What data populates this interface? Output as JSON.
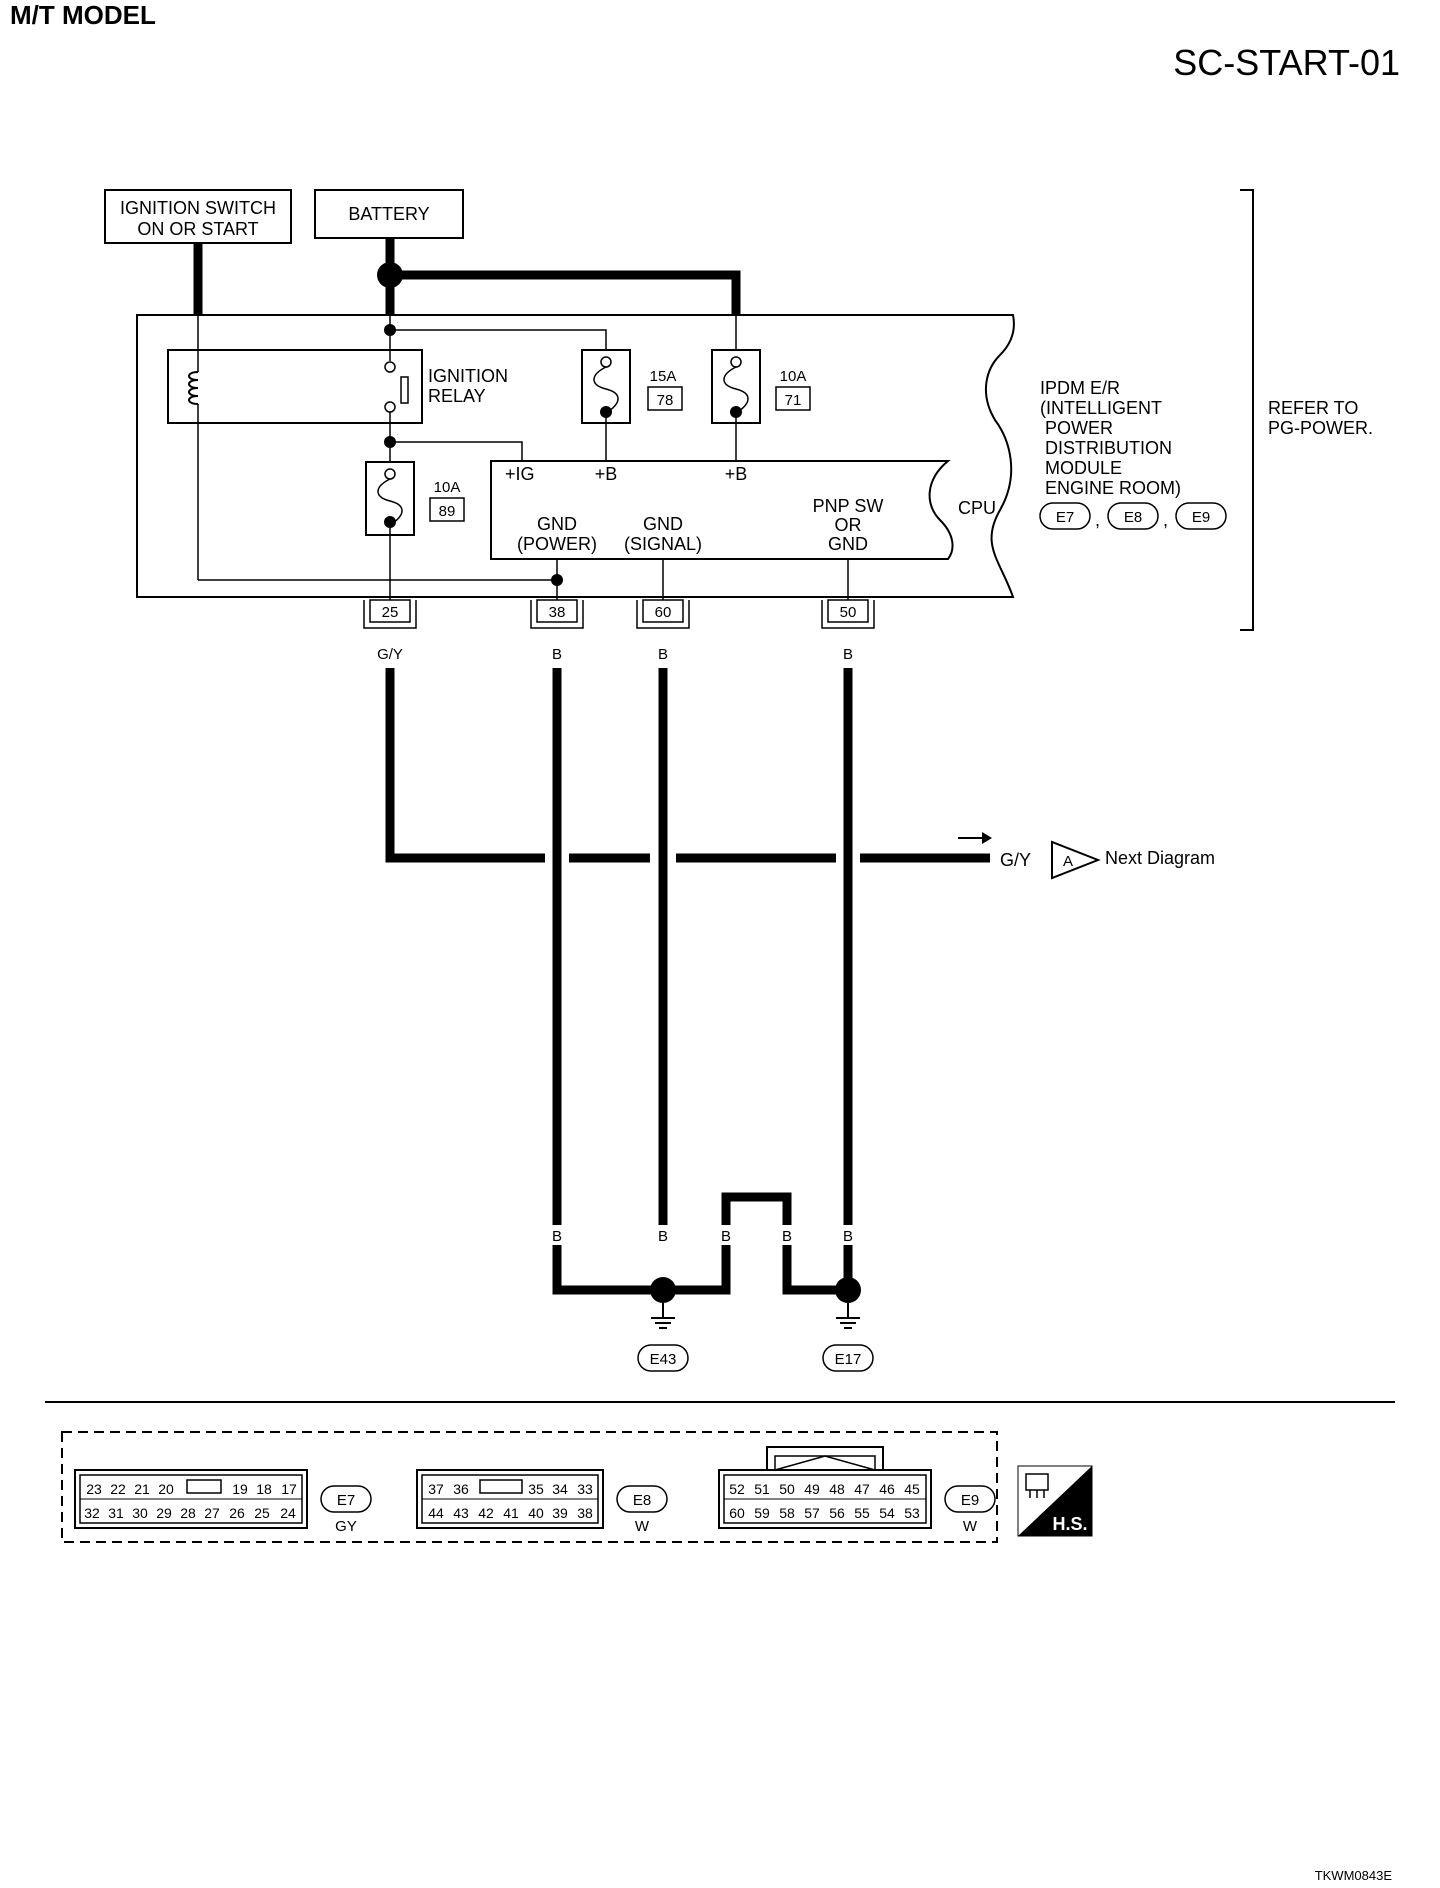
{
  "header": {
    "model": "M/T MODEL",
    "diagram_id": "SC-START-01"
  },
  "sources": {
    "ignition_switch_line1": "IGNITION SWITCH",
    "ignition_switch_line2": "ON OR START",
    "battery": "BATTERY"
  },
  "ipdm": {
    "relay_line1": "IGNITION",
    "relay_line2": "RELAY",
    "fuses": [
      {
        "rating": "15A",
        "number": "78"
      },
      {
        "rating": "10A",
        "number": "71"
      },
      {
        "rating": "10A",
        "number": "89"
      }
    ],
    "cpu": {
      "label": "CPU",
      "ig": "+IG",
      "b1": "+B",
      "b2": "+B",
      "gnd_power_line1": "GND",
      "gnd_power_line2": "(POWER)",
      "gnd_signal_line1": "GND",
      "gnd_signal_line2": "(SIGNAL)",
      "pnp_line1": "PNP SW",
      "pnp_line2": "OR",
      "pnp_line3": "GND"
    },
    "name_lines": [
      "IPDM E/R",
      "(INTELLIGENT",
      "POWER",
      "DISTRIBUTION",
      "MODULE",
      "ENGINE ROOM)"
    ],
    "connectors": [
      "E7",
      "E8",
      "E9"
    ],
    "separator": ","
  },
  "refer": {
    "line1": "REFER TO",
    "line2": "PG-POWER."
  },
  "terminals": [
    {
      "pin": "25",
      "color": "G/Y"
    },
    {
      "pin": "38",
      "color": "B"
    },
    {
      "pin": "60",
      "color": "B"
    },
    {
      "pin": "50",
      "color": "B"
    }
  ],
  "output": {
    "color": "G/Y",
    "marker": "A",
    "text": "Next Diagram"
  },
  "ground_wires": [
    "B",
    "B",
    "B",
    "B",
    "B"
  ],
  "grounds": [
    "E43",
    "E17"
  ],
  "connector_views": [
    {
      "id": "E7",
      "color": "GY",
      "top": [
        "23",
        "22",
        "21",
        "20",
        "19",
        "18",
        "17"
      ],
      "bottom": [
        "32",
        "31",
        "30",
        "29",
        "28",
        "27",
        "26",
        "25",
        "24"
      ]
    },
    {
      "id": "E8",
      "color": "W",
      "top": [
        "37",
        "36",
        "35",
        "34",
        "33"
      ],
      "bottom": [
        "44",
        "43",
        "42",
        "41",
        "40",
        "39",
        "38"
      ]
    },
    {
      "id": "E9",
      "color": "W",
      "top": [
        "52",
        "51",
        "50",
        "49",
        "48",
        "47",
        "46",
        "45"
      ],
      "bottom": [
        "60",
        "59",
        "58",
        "57",
        "56",
        "55",
        "54",
        "53"
      ]
    }
  ],
  "hs_label": "H.S.",
  "footer_code": "TKWM0843E"
}
